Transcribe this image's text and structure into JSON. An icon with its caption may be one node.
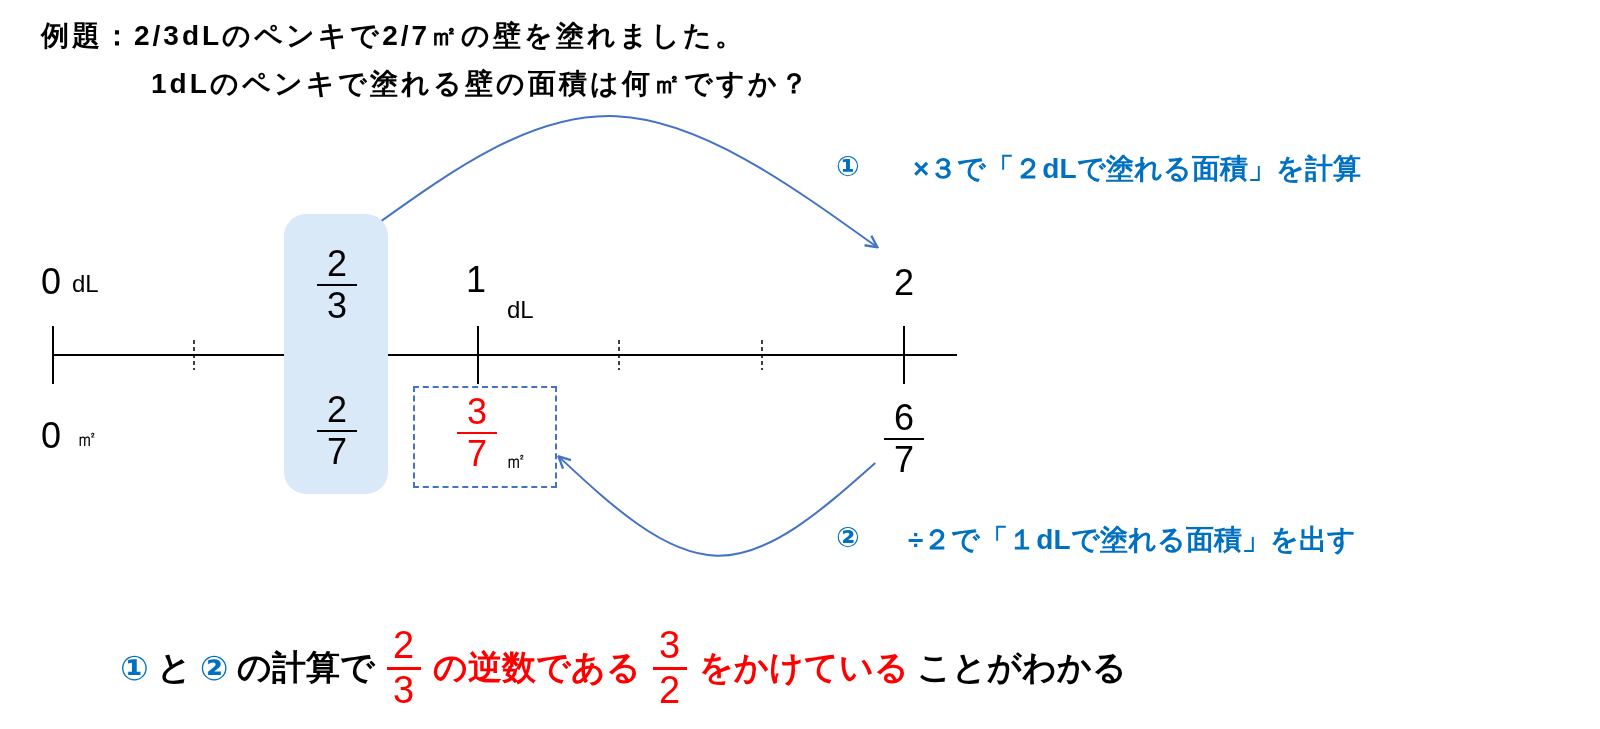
{
  "diagram": {
    "title": "例題：2/3dLのペンキで2/7㎡の壁を塗れました。1dLのペンキで塗れる壁の面積は何㎡ですか？",
    "nodes": [
      {
        "text": [],
        "shape": "box"
      },
      {
        "text": [
          "2",
          "3"
        ],
        "in": 0
      },
      {
        "text": [
          "2",
          "7"
        ],
        "in": 0
      },
      {
        "text": [
          "2"
        ]
      },
      {
        "text": [
          "6",
          "7"
        ]
      },
      {
        "text": [
          "3",
          "7",
          "㎡"
        ]
      }
    ],
    "edges": [
      {
        "from": 0,
        "to": 3,
        "arrow": "to"
      },
      {
        "from": 4,
        "to": 5,
        "arrow": "to"
      }
    ],
    "labels": [
      "0",
      "dL",
      "1",
      "dL",
      "0",
      "㎡",
      "①",
      "×３で「２dLで塗れる面積」を計算",
      "②",
      "÷２で「１dLで塗れる面積」を出す",
      "①",
      "と",
      "②",
      "の計算で",
      "2",
      "3",
      "の逆数である",
      "3",
      "2",
      "をかけている",
      "ことがわかる"
    ]
  }
}
